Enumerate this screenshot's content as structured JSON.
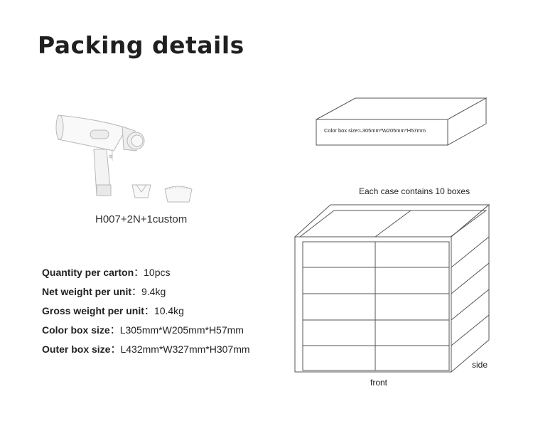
{
  "page": {
    "title": "Packing details"
  },
  "product": {
    "caption": "H007+2N+1custom"
  },
  "color_box": {
    "label": "Color box size:L305mm*W205mm*H57mm"
  },
  "outer_case": {
    "caption": "Each case contains 10 boxes",
    "side_label": "side",
    "front_label": "front"
  },
  "specs": [
    {
      "label": "Quantity per carton",
      "separator": "：",
      "value": "10pcs"
    },
    {
      "label": "Net weight per unit",
      "separator": "：",
      "value": "9.4kg"
    },
    {
      "label": "Gross weight per unit",
      "separator": "：",
      "value": "10.4kg"
    },
    {
      "label": "Color box size",
      "separator": "：",
      "value": "L305mm*W205mm*H57mm"
    },
    {
      "label": "Outer box size",
      "separator": "：",
      "value": "L432mm*W327mm*H307mm"
    }
  ]
}
